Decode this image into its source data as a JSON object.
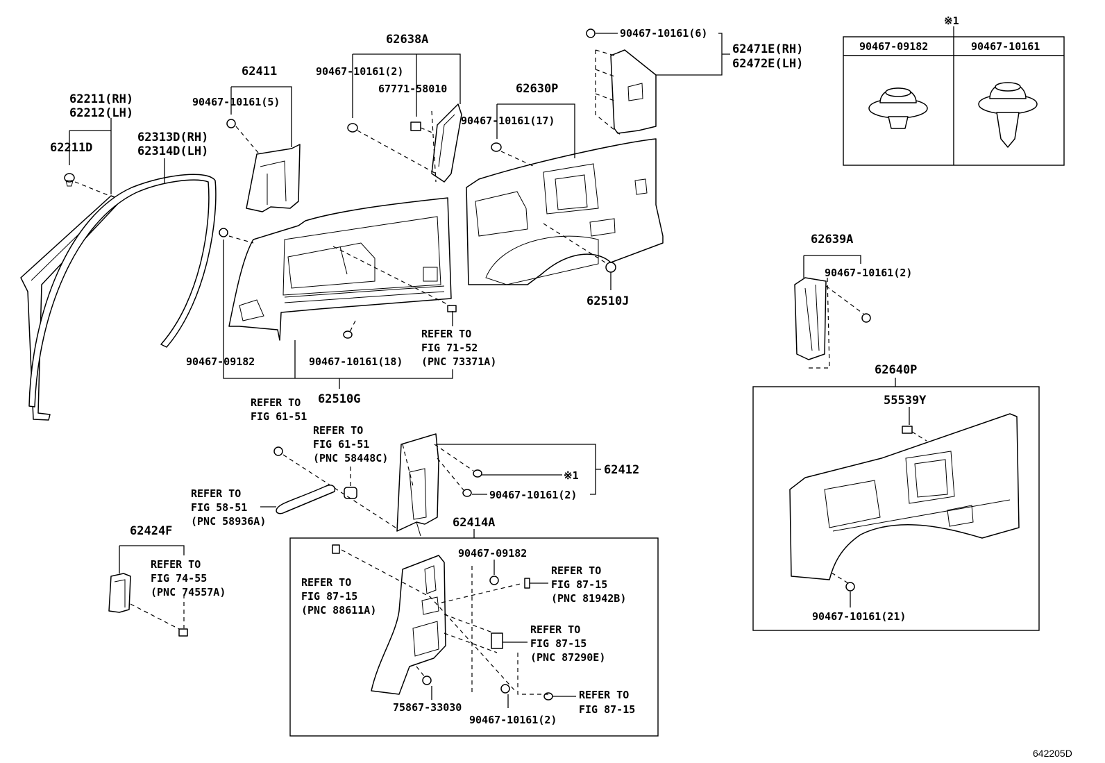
{
  "labels": {
    "p62638A": "62638A",
    "p62411": "62411",
    "p62211": "62211(RH)",
    "p62212": "62212(LH)",
    "p62211D": "62211D",
    "p62313D": "62313D(RH)",
    "p62314D": "62314D(LH)",
    "c_5_62411": "90467-10161(5)",
    "c_2_62638": "90467-10161(2)",
    "p67771": "67771-58010",
    "c_6_top": "90467-10161(6)",
    "p62471E": "62471E(RH)",
    "p62472E": "62472E(LH)",
    "p62630P": "62630P",
    "c_17": "90467-10161(17)",
    "p62510J": "62510J",
    "ref71_1": "REFER TO",
    "ref71_2": "FIG 71-52",
    "ref71_3": "(PNC 73371A)",
    "c_09182_left": "90467-09182",
    "c_18": "90467-10161(18)",
    "p62510G": "62510G",
    "ref6151a_1": "REFER TO",
    "ref6151a_2": "FIG 61-51",
    "ref6151b_1": "REFER TO",
    "ref6151b_2": "FIG 61-51",
    "ref6151b_3": "(PNC 58448C)",
    "ref5851_1": "REFER TO",
    "ref5851_2": "FIG 58-51",
    "ref5851_3": "(PNC 58936A)",
    "p62412": "62412",
    "note1_mark": "※1",
    "c_2_62412": "90467-10161(2)",
    "p62414A": "62414A",
    "p62424F": "62424F",
    "ref7455_1": "REFER TO",
    "ref7455_2": "FIG 74-55",
    "ref7455_3": "(PNC 74557A)",
    "ref8715a_1": "REFER TO",
    "ref8715a_2": "FIG 87-15",
    "ref8715a_3": "(PNC 88611A)",
    "c_09182_mid": "90467-09182",
    "ref8715b_1": "REFER TO",
    "ref8715b_2": "FIG 87-15",
    "ref8715b_3": "(PNC 81942B)",
    "ref8715c_1": "REFER TO",
    "ref8715c_2": "FIG 87-15",
    "ref8715c_3": "(PNC 87290E)",
    "ref8715d_1": "REFER TO",
    "ref8715d_2": "FIG 87-15",
    "p75867": "75867-33030",
    "c_2_bottom": "90467-10161(2)",
    "p62639A": "62639A",
    "c_2_62639": "90467-10161(2)",
    "p62640P": "62640P",
    "p55539Y": "55539Y",
    "c_21": "90467-10161(21)",
    "figure_code": "642205D"
  },
  "note_table": {
    "mark": "※1",
    "col1": "90467-09182",
    "col2": "90467-10161"
  }
}
